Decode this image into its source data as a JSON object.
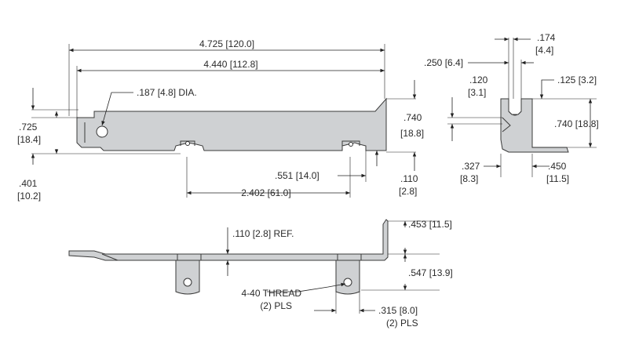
{
  "dimensions": {
    "overall_length": "4.725 [120.0]",
    "inner_length": "4.440 [112.8]",
    "hole_dia": ".187 [4.8] DIA.",
    "tab_height_in": ".725",
    "tab_height_mm": "[18.4]",
    "tab_offset_in": ".401",
    "tab_offset_mm": "[10.2]",
    "right_height_in": ".740",
    "right_height_mm": "[18.8]",
    "standoff_pos": ".551 [14.0]",
    "standoff_thk_in": ".110",
    "standoff_thk_mm": "[2.8]",
    "standoff_spacing": "2.402 [61.0]",
    "slot_width_in": ".174",
    "slot_width_mm": "[4.4]",
    "slot_depth": ".250 [6.4]",
    "slot_offset_in": ".120",
    "slot_offset_mm": "[3.1]",
    "lip_top": ".125 [3.2]",
    "side_height": ".740 [18.8]",
    "foot_in": ".327",
    "foot_mm": "[8.3]",
    "side_width_in": ".450",
    "side_width_mm": "[11.5]",
    "ref_thk": ".110 [2.8] REF.",
    "top_flange": ".453 [11.5]",
    "standoff_drop": ".547 [13.9]",
    "thread_label": "4-40 THREAD",
    "thread_qty": "(2) PLS",
    "standoff_edge": ".315 [8.0]",
    "standoff_edge_qty": "(2) PLS"
  }
}
